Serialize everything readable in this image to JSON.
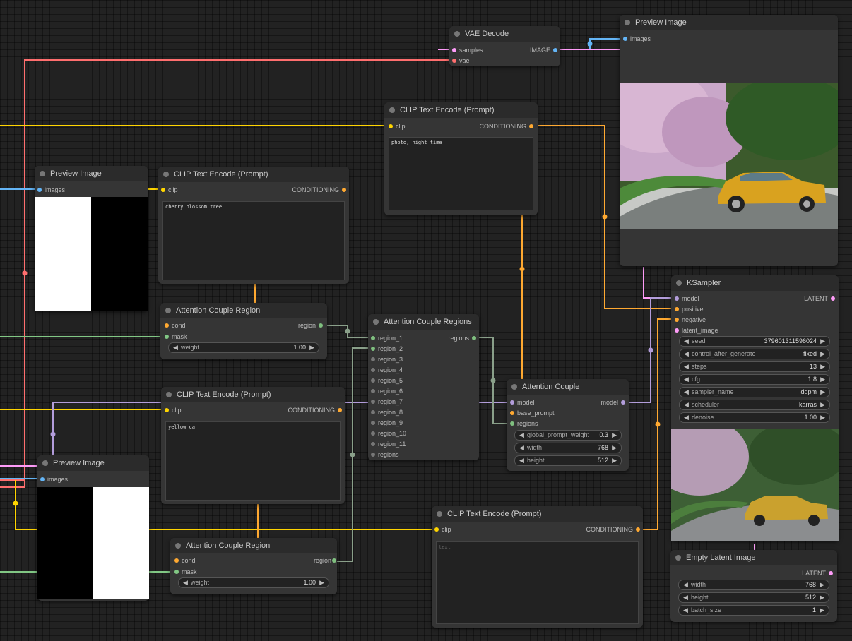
{
  "colors": {
    "clip": "#ffd500",
    "conditioning": "#ffa931",
    "image": "#64b5f6",
    "vae": "#ff6e6e",
    "latent": "#ff9cf9",
    "model": "#b39ddb",
    "mask": "#81c784",
    "region": "#7fbf7f",
    "canvas": "#222222",
    "node": "#353535"
  },
  "vae_decode": {
    "title": "VAE Decode",
    "in_samples": "samples",
    "in_vae": "vae",
    "out_image": "IMAGE"
  },
  "preview_top": {
    "title": "Preview Image",
    "in_images": "images"
  },
  "clip_top": {
    "title": "CLIP Text Encode (Prompt)",
    "in_clip": "clip",
    "out": "CONDITIONING",
    "text": "photo, night time"
  },
  "preview_left1": {
    "title": "Preview Image",
    "in_images": "images"
  },
  "clip_cherry": {
    "title": "CLIP Text Encode (Prompt)",
    "in_clip": "clip",
    "out": "CONDITIONING",
    "text": "cherry blossom tree"
  },
  "region1": {
    "title": "Attention Couple Region",
    "in_cond": "cond",
    "in_mask": "mask",
    "out": "region",
    "w_label": "weight",
    "w_value": "1.00"
  },
  "regions": {
    "title": "Attention Couple Regions",
    "out": "regions",
    "inputs": [
      "region_1",
      "region_2",
      "region_3",
      "region_4",
      "region_5",
      "region_6",
      "region_7",
      "region_8",
      "region_9",
      "region_10",
      "region_11",
      "regions"
    ]
  },
  "clip_yellow": {
    "title": "CLIP Text Encode (Prompt)",
    "in_clip": "clip",
    "out": "CONDITIONING",
    "text": "yellow car"
  },
  "preview_left2": {
    "title": "Preview Image",
    "in_images": "images"
  },
  "region2": {
    "title": "Attention Couple Region",
    "in_cond": "cond",
    "in_mask": "mask",
    "out": "region",
    "w_label": "weight",
    "w_value": "1.00"
  },
  "couple": {
    "title": "Attention Couple",
    "in_model": "model",
    "in_base": "base_prompt",
    "in_regions": "regions",
    "out": "model",
    "widgets": [
      {
        "name": "global_prompt_weight",
        "value": "0.3"
      },
      {
        "name": "width",
        "value": "768"
      },
      {
        "name": "height",
        "value": "512"
      }
    ]
  },
  "clip_bottom": {
    "title": "CLIP Text Encode (Prompt)",
    "in_clip": "clip",
    "out": "CONDITIONING",
    "placeholder": "text"
  },
  "ksampler": {
    "title": "KSampler",
    "in_model": "model",
    "in_positive": "positive",
    "in_negative": "negative",
    "in_latent": "latent_image",
    "out": "LATENT",
    "widgets": [
      {
        "name": "seed",
        "value": "379601311596024"
      },
      {
        "name": "control_after_generate",
        "value": "fixed"
      },
      {
        "name": "steps",
        "value": "13"
      },
      {
        "name": "cfg",
        "value": "1.8"
      },
      {
        "name": "sampler_name",
        "value": "ddpm"
      },
      {
        "name": "scheduler",
        "value": "karras"
      },
      {
        "name": "denoise",
        "value": "1.00"
      }
    ]
  },
  "empty_latent": {
    "title": "Empty Latent Image",
    "out": "LATENT",
    "widgets": [
      {
        "name": "width",
        "value": "768"
      },
      {
        "name": "height",
        "value": "512"
      },
      {
        "name": "batch_size",
        "value": "1"
      }
    ]
  },
  "arrows": {
    "left": "◀",
    "right": "▶"
  }
}
